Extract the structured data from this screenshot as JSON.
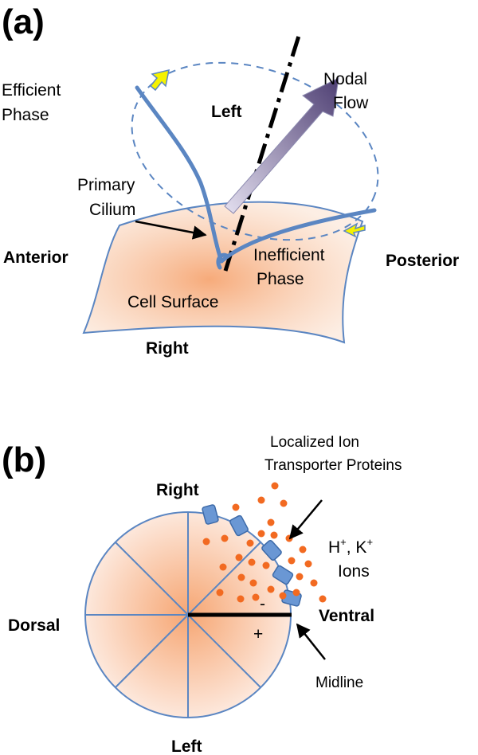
{
  "panel_a": {
    "panel_label": "(a)",
    "efficient_phase_line1": "Efficient",
    "efficient_phase_line2": "Phase",
    "left_label": "Left",
    "nodal_flow_line1": "Nodal",
    "nodal_flow_line2": "Flow",
    "primary_cilium_line1": "Primary",
    "primary_cilium_line2": "Cilium",
    "anterior_label": "Anterior",
    "posterior_label": "Posterior",
    "inefficient_phase_line1": "Inefficient",
    "inefficient_phase_line2": "Phase",
    "cell_surface_label": "Cell Surface",
    "right_label": "Right"
  },
  "panel_b": {
    "panel_label": "(b)",
    "transporter_line1": "Localized Ion",
    "transporter_line2": "Transporter Proteins",
    "right_label": "Right",
    "ions_line1_h": "H",
    "ions_line1_sep": ", K",
    "ions_plus_sign": "+",
    "ions_line2": "Ions",
    "dorsal_label": "Dorsal",
    "ventral_label": "Ventral",
    "minus_sign": "-",
    "plus_sign": "+",
    "midline_label": "Midline",
    "left_label": "Left"
  },
  "colors": {
    "cilium_blue": "#5b86c2",
    "surface_orange": "#f6b48a",
    "flow_arrow_dark": "#4e3f73",
    "flow_arrow_light": "#d8d4ea",
    "ion_orange": "#f26a21",
    "yellow_arrow": "#f5f200"
  }
}
